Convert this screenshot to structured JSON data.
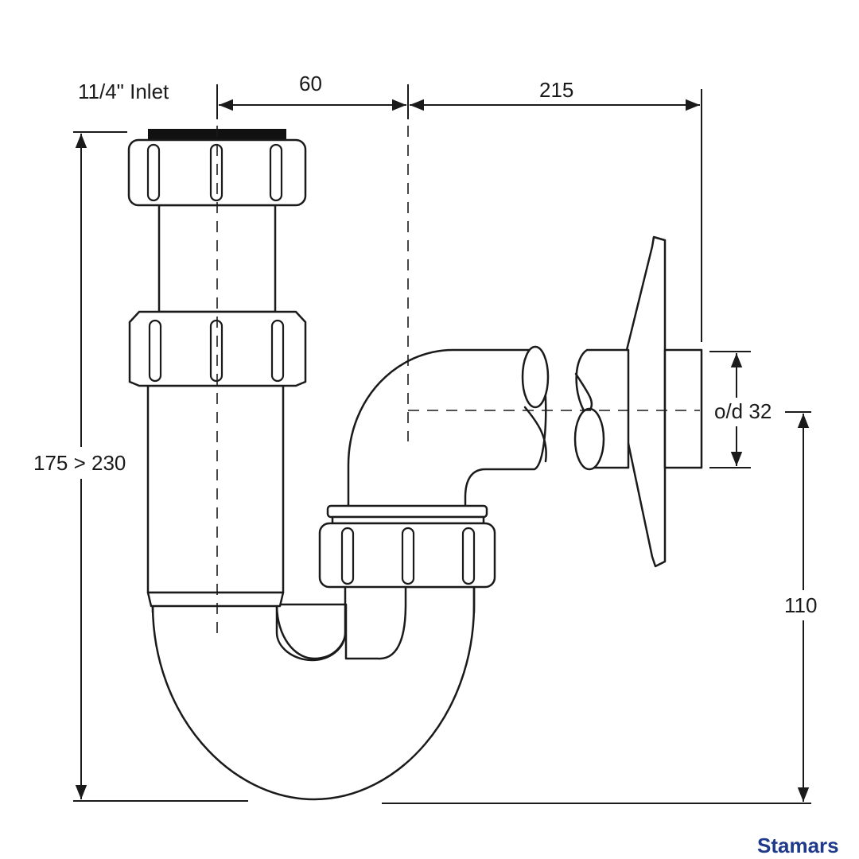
{
  "dimensions": {
    "inlet": "11/4\" Inlet",
    "offset": "60",
    "reach": "215",
    "height_range": "175 > 230",
    "outlet_diameter": "o/d 32",
    "outlet_height": "110"
  },
  "brand": {
    "name": "Stamars",
    "color": "#1f3a8a"
  }
}
